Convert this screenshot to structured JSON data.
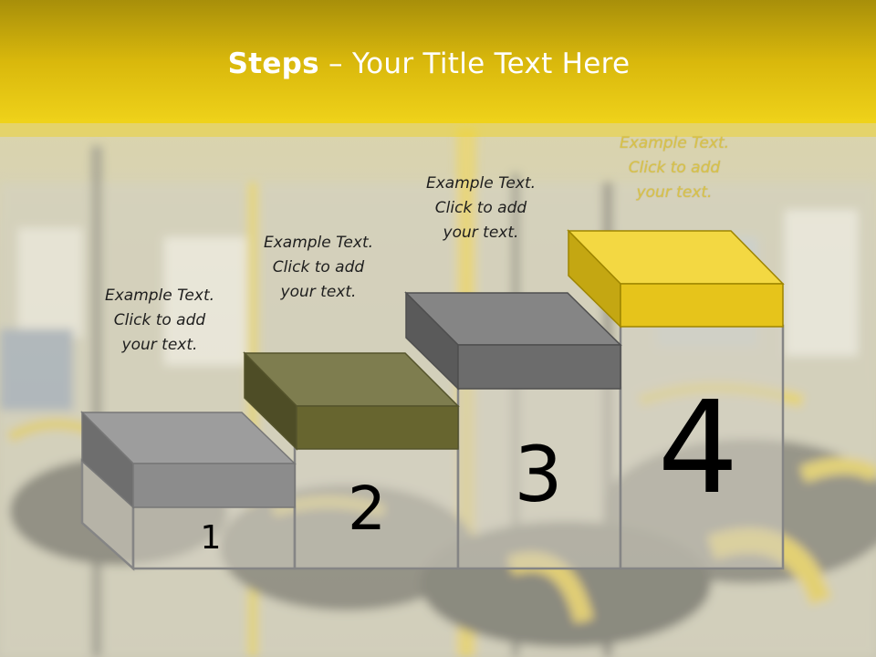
{
  "slide": {
    "title_bold": "Steps",
    "title_rest": " – Your Title Text Here"
  },
  "steps": [
    {
      "number": "1",
      "text": "Example Text.\nClick  to add\nyour text.",
      "top_color": "#9d9d9d",
      "side_color": "#6e6e6e",
      "front_color": "#8c8c8c"
    },
    {
      "number": "2",
      "text": "Example Text.\nClick  to add\nyour text.",
      "top_color": "#7e7d4f",
      "side_color": "#4e4d26",
      "front_color": "#67652f"
    },
    {
      "number": "3",
      "text": "Example Text.\nClick  to add\nyour text.",
      "top_color": "#858585",
      "side_color": "#5a5a5a",
      "front_color": "#6c6c6c"
    },
    {
      "number": "4",
      "text": "Example Text.\nClick  to add\nyour text.",
      "top_color": "#f3d842",
      "side_color": "#c4a712",
      "front_color": "#e6c41b"
    }
  ],
  "colors": {
    "title_band": "#e2c100",
    "background": "#c9c39f",
    "riser_fill": "#d3d0c3",
    "riser_stroke": "#858585"
  }
}
